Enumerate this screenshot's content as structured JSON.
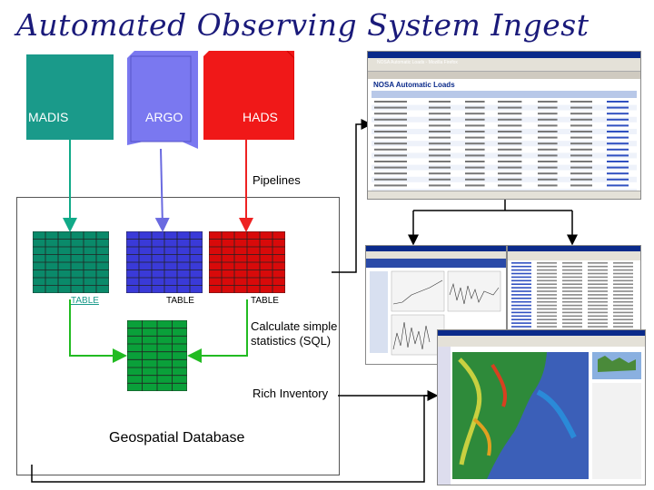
{
  "title": "Automated Observing System Ingest",
  "sources": [
    {
      "label": "MADIS",
      "color": "#1a9a8a"
    },
    {
      "label": "ARGO",
      "color": "#7a78f0"
    },
    {
      "label": "HADS",
      "color": "#f01818"
    }
  ],
  "pipelines_label": "Pipelines",
  "table_labels": [
    "TABLE",
    "TABLE",
    "TABLE"
  ],
  "sql_label": "Calculate simple statistics (SQL)",
  "inventory_label": "Rich Inventory",
  "database_label": "Geospatial Database",
  "browser": {
    "window_title": "NOSA Automatic Loads - Mozilla Firefox",
    "page_heading": "NOSA Automatic Loads"
  },
  "colors": {
    "madis_table": "#0a8a6a",
    "argo_table": "#3a3ad8",
    "hads_table": "#d80a0a",
    "db_table": "#0aa03a",
    "arrow_green": "#22bb22",
    "arrow_blue": "#6a6ae0",
    "arrow_red": "#ee2222",
    "arrow_teal": "#11aa88",
    "title": "#1a1a7a"
  }
}
